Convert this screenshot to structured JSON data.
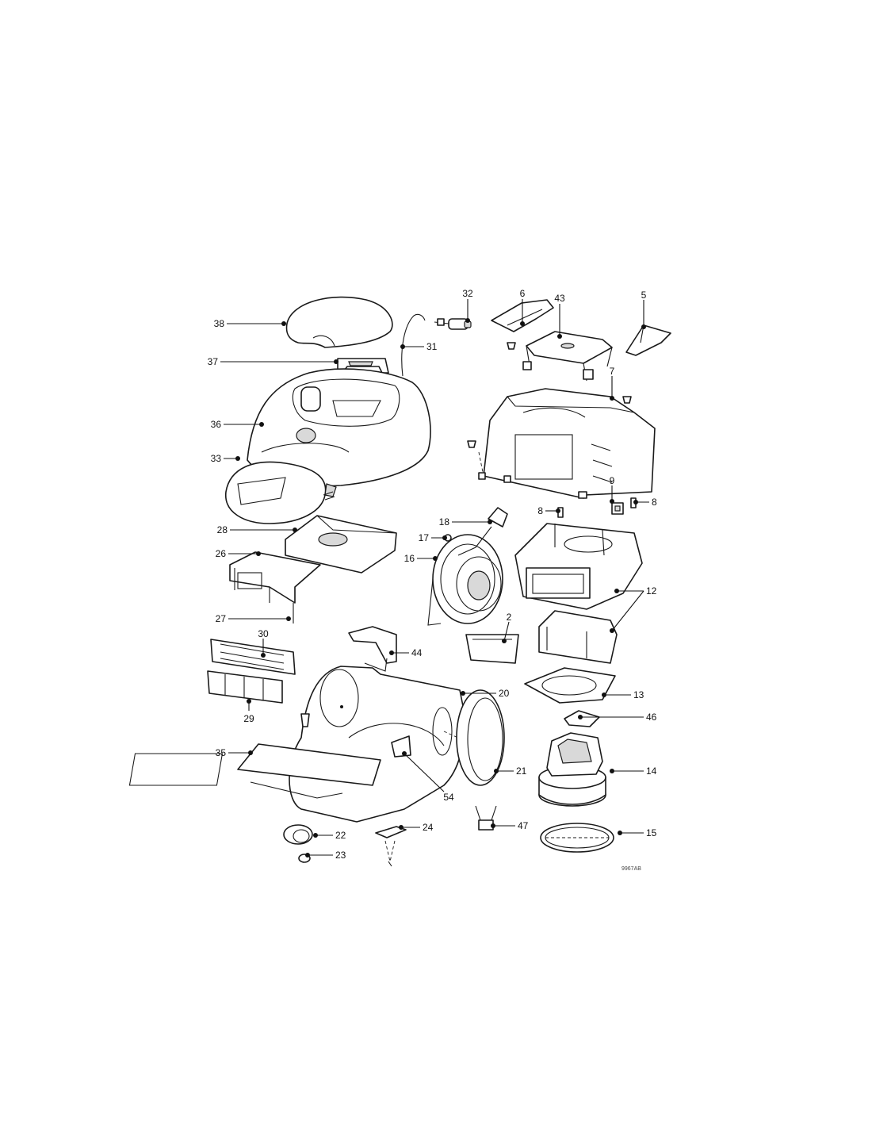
{
  "callouts": [
    "6",
    "32",
    "43",
    "5",
    "38",
    "31",
    "37",
    "7",
    "36",
    "33",
    "9",
    "8",
    "18",
    "17",
    "28",
    "16",
    "26",
    "12",
    "27",
    "2",
    "30",
    "44",
    "20",
    "13",
    "29",
    "46",
    "35",
    "21",
    "14",
    "54",
    "24",
    "47",
    "22",
    "15",
    "23"
  ],
  "drawing_code": "9967AB"
}
